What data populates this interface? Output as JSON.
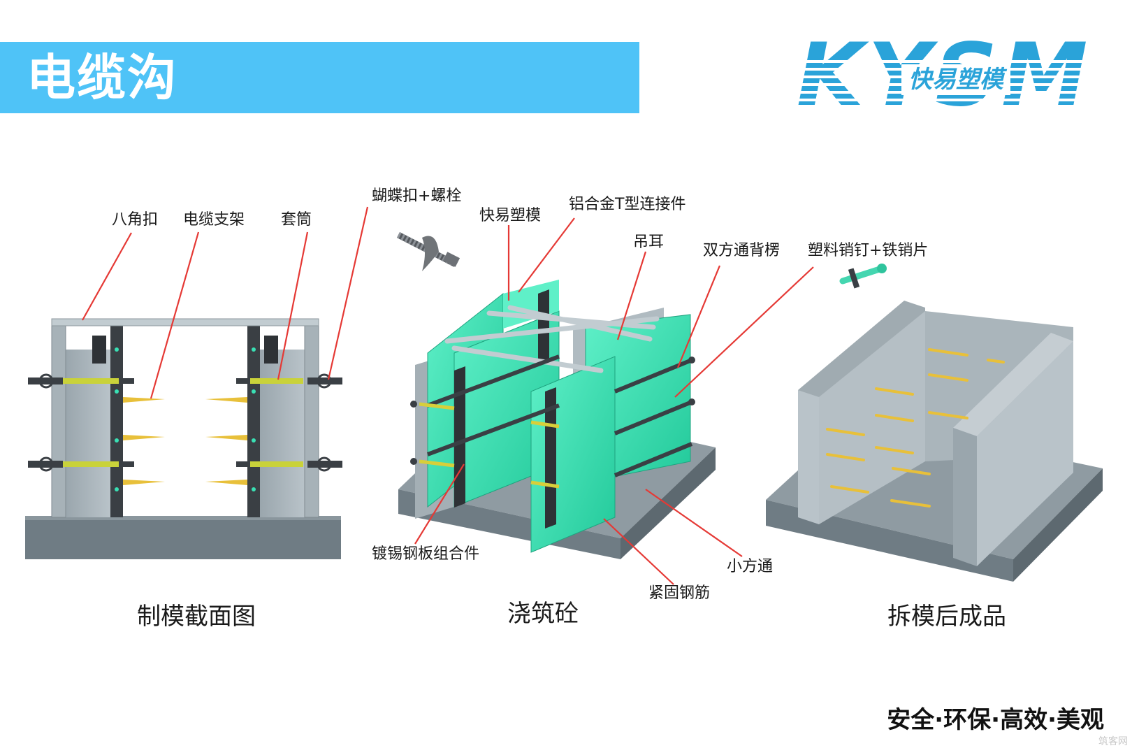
{
  "header": {
    "title": "电缆沟",
    "logo_text": "KYSM",
    "logo_cn": "快易塑模",
    "brand_color": "#4fc3f7",
    "logo_color": "#2aa3d9"
  },
  "labels": {
    "octagon_clip": "八角扣",
    "cable_bracket": "电缆支架",
    "sleeve": "套筒",
    "butterfly_bolt": "蝴蝶扣+螺栓",
    "kysm_formwork": "快易塑模",
    "t_connector": "铝合金T型连接件",
    "lifting_lug": "吊耳",
    "double_tube": "双方通背楞",
    "plastic_pin": "塑料销钉+铁销片",
    "tin_plate": "镀锡钢板组合件",
    "small_tube": "小方通",
    "rebar": "紧固钢筋"
  },
  "captions": {
    "section": "制模截面图",
    "pour": "浇筑砼",
    "finished": "拆模后成品"
  },
  "footer": {
    "slogan": "安全·环保·高效·美观",
    "watermark": "筑客网"
  },
  "colors": {
    "concrete_dark": "#6f7c84",
    "concrete_light": "#b3bec4",
    "formwork_green": "#39e0b4",
    "steel_dark": "#3a3f44",
    "leader_red": "#e53935",
    "bracket_yellow": "#e8c03a"
  }
}
